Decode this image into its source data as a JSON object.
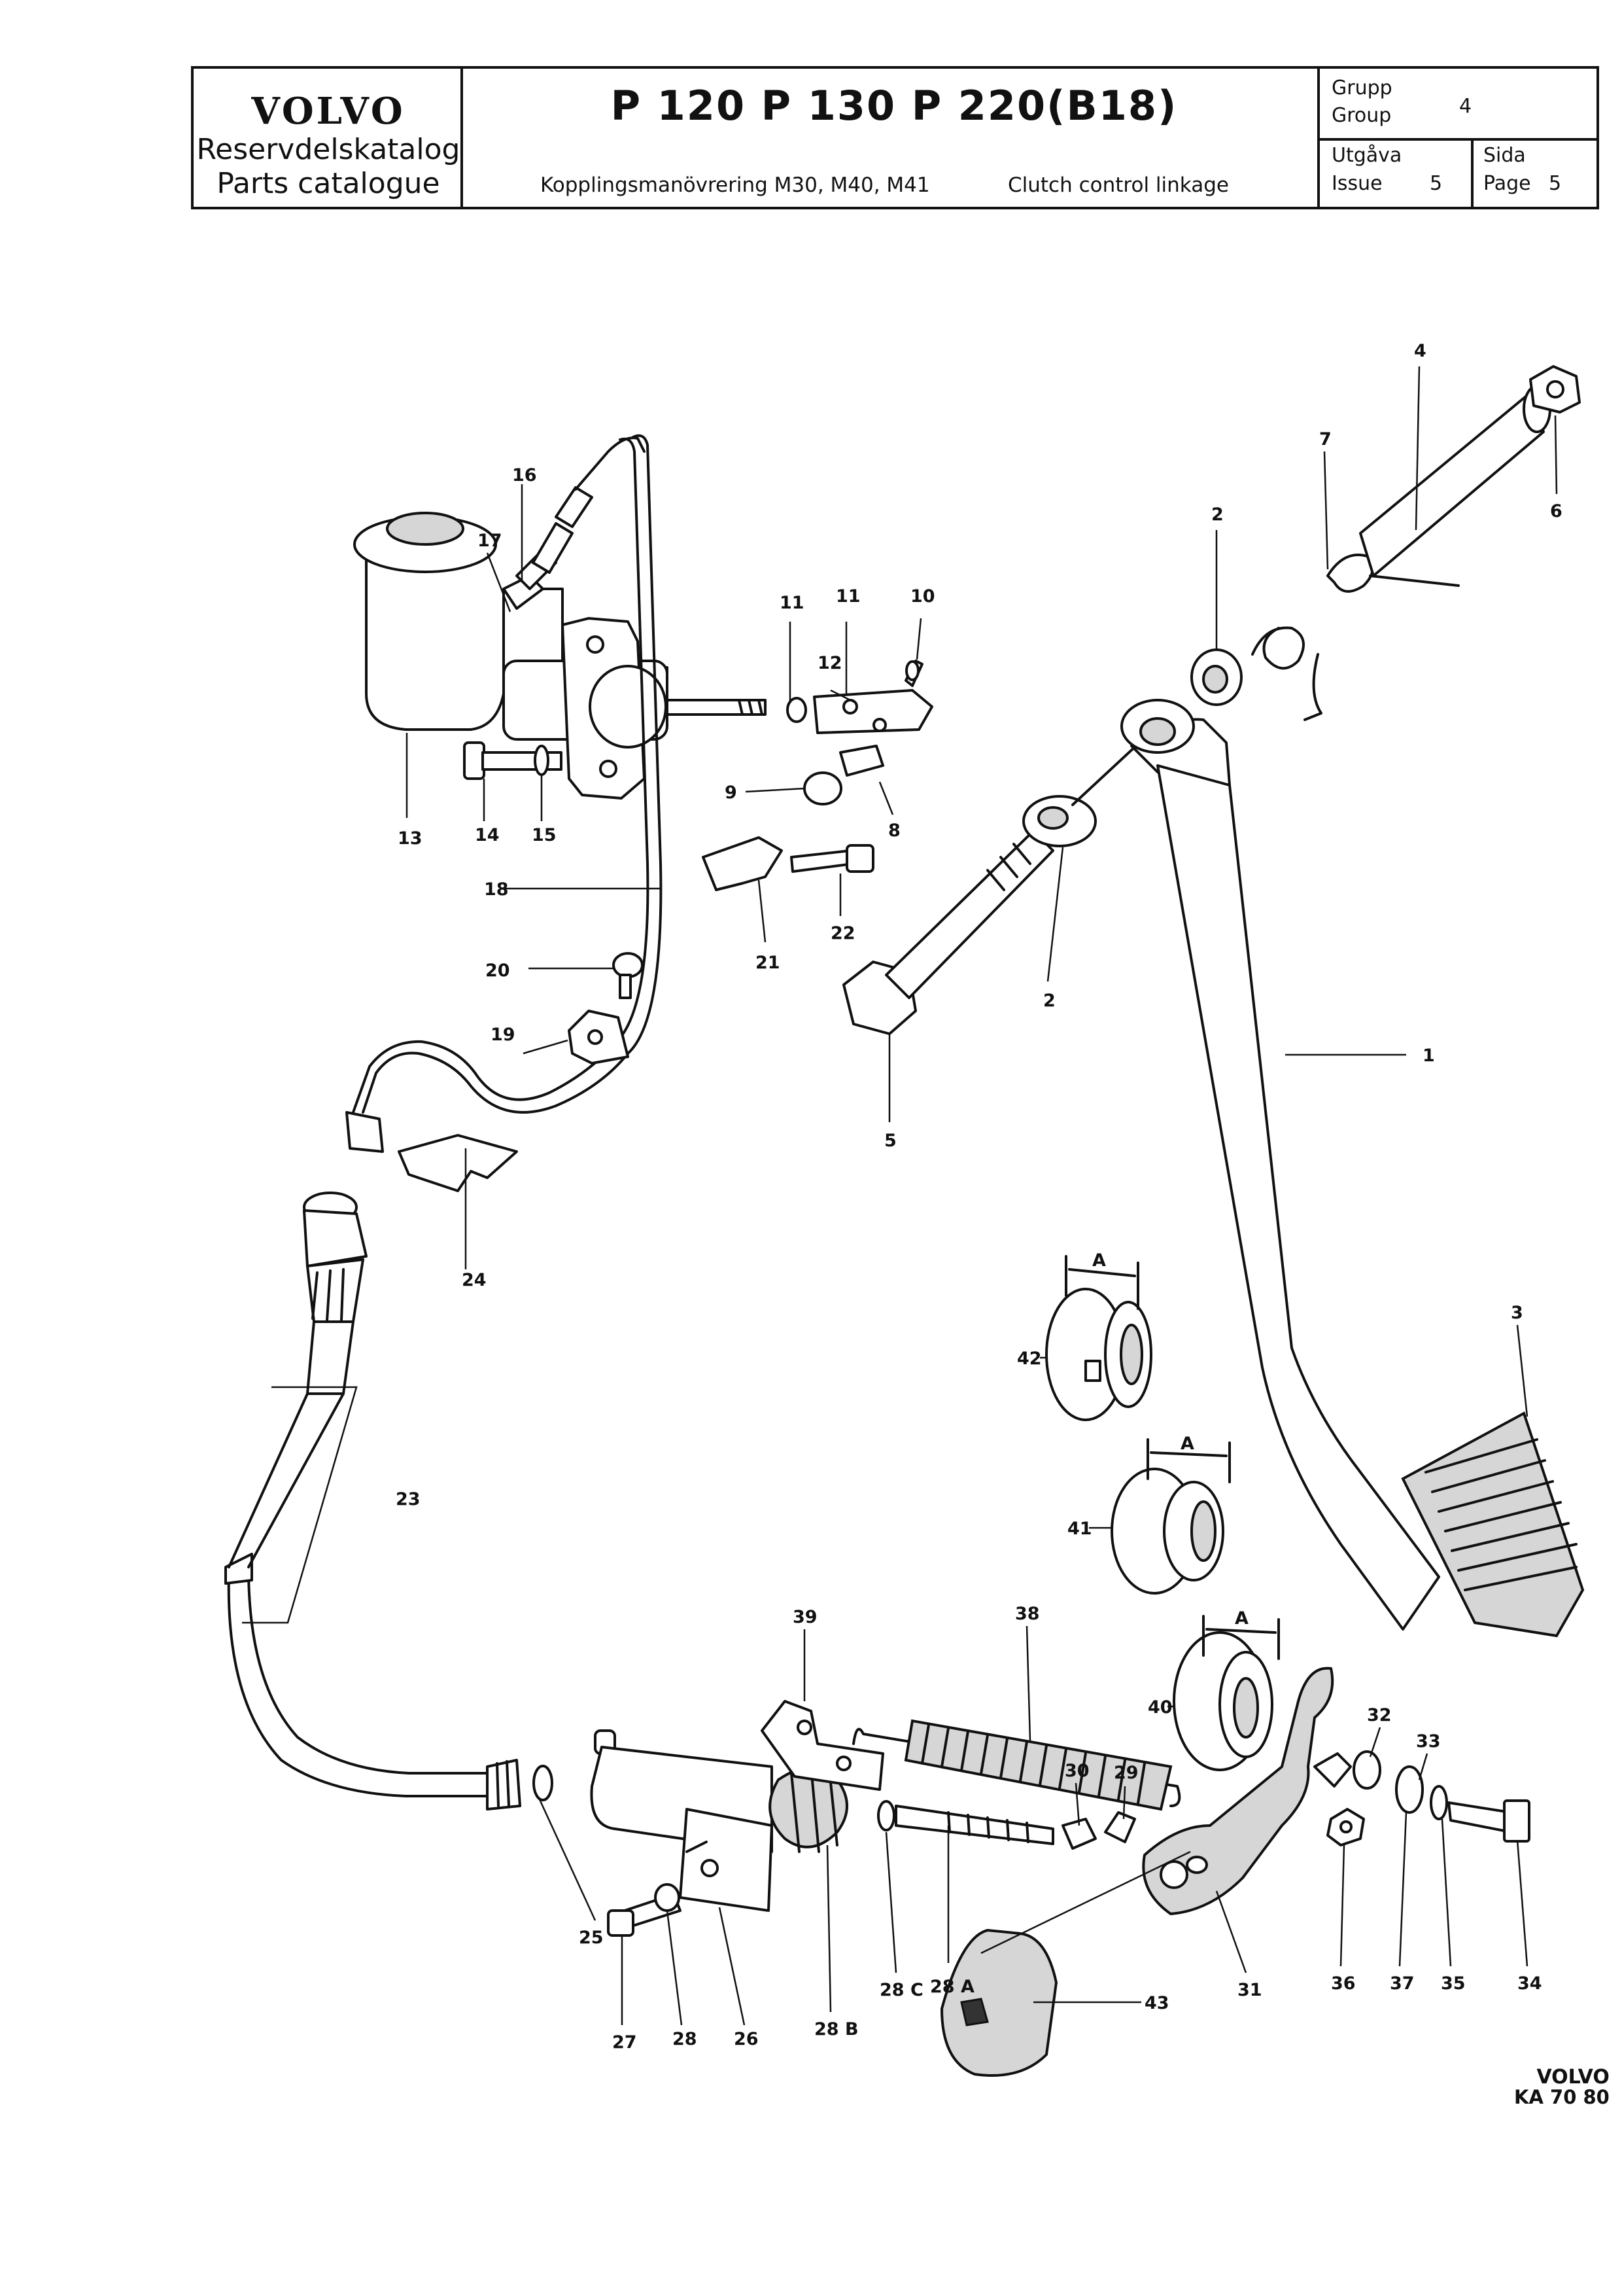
{
  "header": {
    "brand": "VOLVO",
    "catalogue_sv": "Reservdelskatalog",
    "catalogue_en": "Parts catalogue",
    "models": "P 120   P 130   P 220(B18)",
    "title_sv": "Kopplingsmanövrering   M30, M40, M41",
    "title_en": "Clutch control linkage",
    "group_label_sv": "Grupp",
    "group_label_en": "Group",
    "group_value": "4",
    "issue_label_sv": "Utgåva",
    "issue_label_en": "Issue",
    "issue_value": "5",
    "page_label_sv": "Sida",
    "page_label_en": "Page",
    "page_value": "5"
  },
  "callouts": {
    "c1": "1",
    "c2a": "2",
    "c2b": "2",
    "c3": "3",
    "c4": "4",
    "c5": "5",
    "c6": "6",
    "c7": "7",
    "c8": "8",
    "c9": "9",
    "c10": "10",
    "c11a": "11",
    "c11b": "11",
    "c12": "12",
    "c13": "13",
    "c14": "14",
    "c15": "15",
    "c16": "16",
    "c17": "17",
    "c18": "18",
    "c19": "19",
    "c20": "20",
    "c21": "21",
    "c22": "22",
    "c23": "23",
    "c24": "24",
    "c25": "25",
    "c26": "26",
    "c27": "27",
    "c28": "28",
    "c28a": "28 A",
    "c28b": "28 B",
    "c28c": "28 C",
    "c29": "29",
    "c30": "30",
    "c31": "31",
    "c32": "32",
    "c33": "33",
    "c34": "34",
    "c35": "35",
    "c36": "36",
    "c37": "37",
    "c38": "38",
    "c39": "39",
    "c40": "40",
    "c41": "41",
    "c42": "42",
    "c43": "43",
    "dimA1": "A",
    "dimA2": "A",
    "dimA3": "A"
  },
  "footer": {
    "code_brand": "VOLVO",
    "code_id": "KA 70 80"
  }
}
